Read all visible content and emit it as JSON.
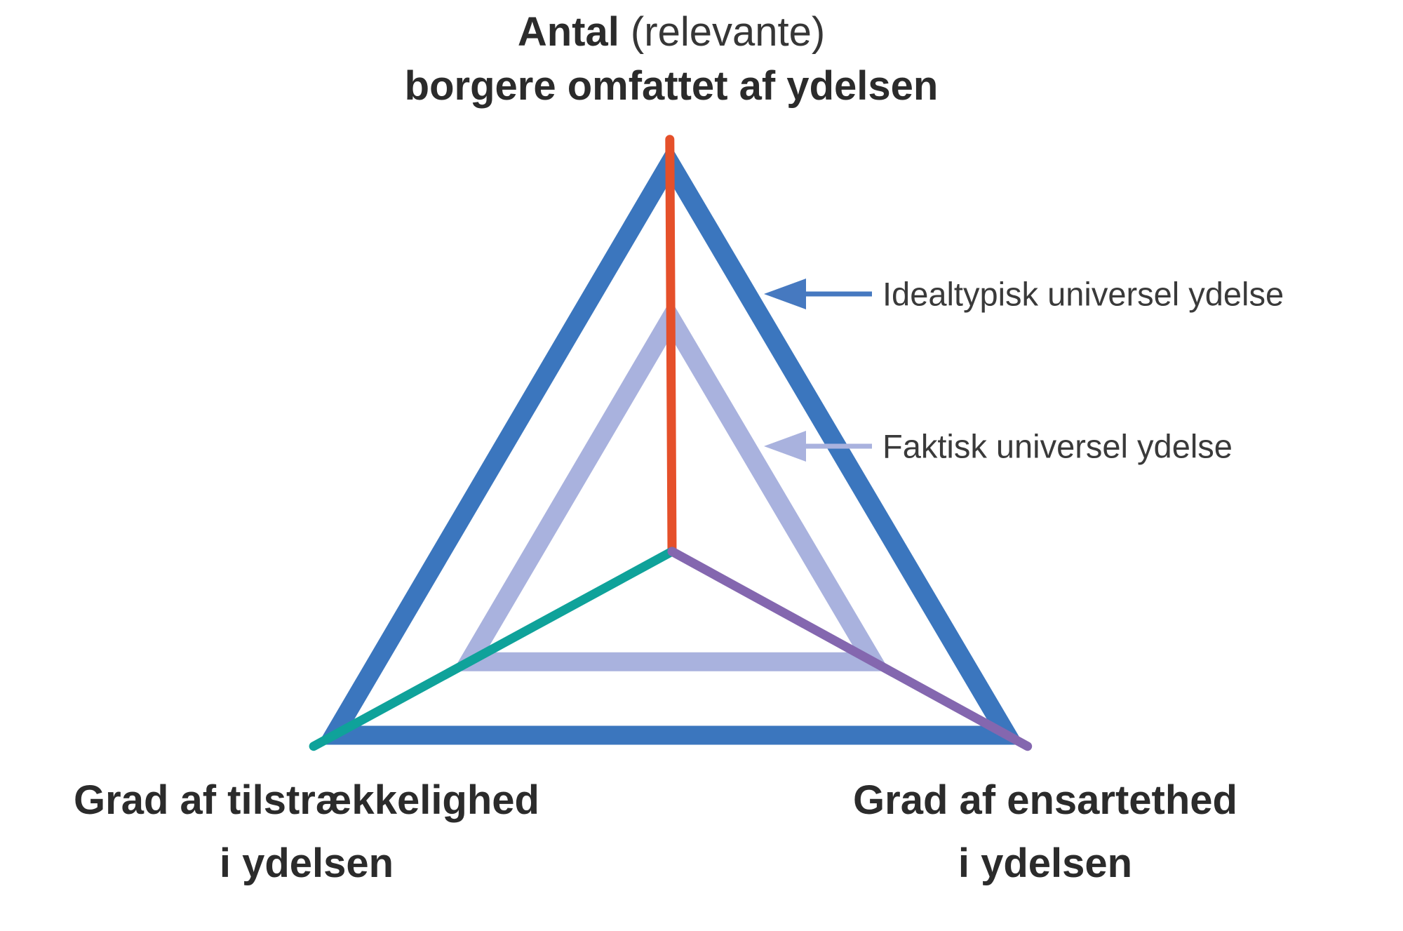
{
  "figure": {
    "background": "#FFFFFF"
  },
  "axis_labels": {
    "top": {
      "bold": "Antal",
      "regular": " (relevante)",
      "line2": "borgere omfattet af ydelsen"
    },
    "bottom_left": {
      "line1": "Grad af tilstrækkelighed",
      "line2": "i ydelsen"
    },
    "bottom_right": {
      "line1": "Grad af ensartethed",
      "line2": "i ydelsen"
    }
  },
  "legend": {
    "items": [
      {
        "label": "Idealtypisk universel ydelse",
        "arrow_icon": "left-arrow",
        "arrow_color": "#4679C0"
      },
      {
        "label": "Faktisk universel ydelse",
        "arrow_icon": "left-arrow",
        "arrow_color": "#A9B2DE"
      }
    ]
  },
  "colors": {
    "ideal_triangle": "#3B76BE",
    "faktisk_triangle": "#A9B2DE",
    "axis_top": "#E5502A",
    "axis_bottom_left": "#0FA29A",
    "axis_bottom_right": "#8467AF",
    "label_text": "#2B2B2B",
    "legend_text": "#3A3A3A"
  },
  "chart_data": {
    "type": "radar",
    "axes": [
      "Antal (relevante) borgere omfattet af ydelsen",
      "Grad af tilstrækkelighed i ydelsen",
      "Grad af ensartethed i ydelsen"
    ],
    "axis_positions": [
      "top",
      "bottom_left",
      "bottom_right"
    ],
    "axis_line_colors": [
      "#E5502A",
      "#0FA29A",
      "#8467AF"
    ],
    "series": [
      {
        "name": "Idealtypisk universel ydelse",
        "values": [
          1.0,
          1.0,
          1.0
        ],
        "color": "#3B76BE"
      },
      {
        "name": "Faktisk universel ydelse",
        "values": [
          0.6,
          0.6,
          0.6
        ],
        "color": "#A9B2DE"
      }
    ],
    "value_range": [
      0,
      1
    ],
    "scale_note": "relative scale, outer triangle = 1.0",
    "grid": "off",
    "legend_position": "right"
  }
}
